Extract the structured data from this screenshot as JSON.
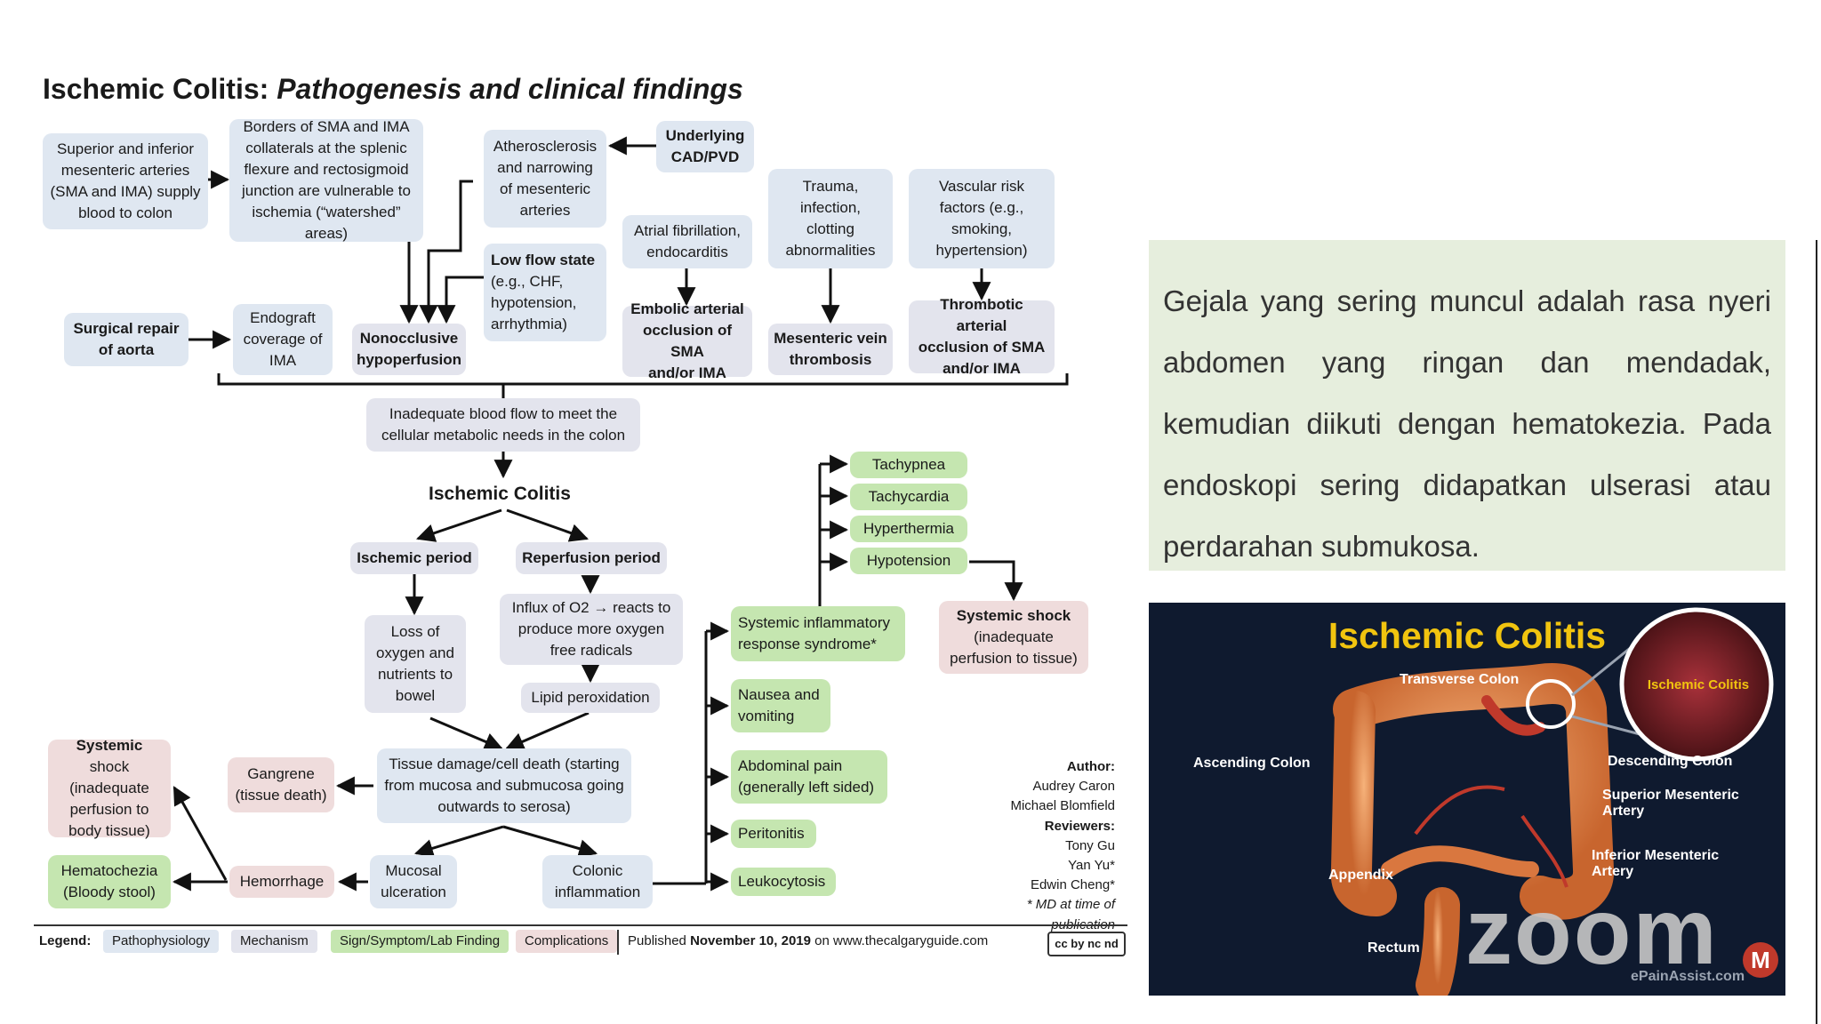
{
  "title": {
    "main": "Ischemic Colitis:",
    "sub": "Pathogenesis and clinical findings"
  },
  "nodes": {
    "sup_inf": "Superior and inferior\nmesenteric arteries\n(SMA and IMA) supply\nblood to colon",
    "borders": "Borders of SMA and IMA\ncollaterals at the splenic\nflexure and rectosigmoid\njunction are vulnerable to\nischemia (“watershed” areas)",
    "athero": "Atherosclerosis\nand narrowing\nof mesenteric\narteries",
    "cad": "Underlying\nCAD/PVD",
    "lowflow": "Low flow state\n(e.g., CHF,\nhypotension,\narrhythmia)",
    "afib": "Atrial fibrillation,\nendocarditis",
    "trauma": "Trauma,\ninfection,\nclotting\nabnormalities",
    "vascular": "Vascular risk\nfactors (e.g.,\nsmoking,\nhypertension)",
    "surgical": "Surgical repair\nof aorta",
    "endograft": "Endograft\ncoverage of\nIMA",
    "nonocc": "Nonocclusive\nhypoperfusion",
    "embolic": "Embolic arterial\nocclusion of SMA\nand/or IMA",
    "mesvein": "Mesenteric vein\nthrombosis",
    "thrombotic": "Thrombotic arterial\nocclusion of SMA\nand/or IMA",
    "inadequate": "Inadequate blood flow to meet the\ncellular metabolic needs in the colon",
    "ischemic_colitis": "Ischemic Colitis",
    "ischemic_period": "Ischemic period",
    "reperfusion_period": "Reperfusion period",
    "loss": "Loss of\noxygen and\nnutrients to\nbowel",
    "influx": "Influx of O2 → reacts to\nproduce more oxygen\nfree radicals",
    "lipid": "Lipid peroxidation",
    "tissue": "Tissue damage/cell death (starting\nfrom mucosa and submucosa going\noutwards to serosa)",
    "gangrene": "Gangrene\n(tissue death)",
    "shock_left": "Systemic shock\n(inadequate\nperfusion to\nbody tissue)",
    "hematochezia": "Hematochezia\n(Bloody stool)",
    "hemorrhage": "Hemorrhage",
    "mucosal": "Mucosal\nulceration",
    "colonic": "Colonic\ninflammation",
    "tachypnea": "Tachypnea",
    "tachycardia": "Tachycardia",
    "hyperthermia": "Hyperthermia",
    "hypotension": "Hypotension",
    "sirs": "Systemic inflammatory\nresponse syndrome*",
    "shock_right": "Systemic shock\n(inadequate\nperfusion to tissue)",
    "nausea": "Nausea and\nvomiting",
    "abdominal": "Abdominal pain\n(generally left sided)",
    "peritonitis": "Peritonitis",
    "leukocytosis": "Leukocytosis"
  },
  "authors": {
    "author_label": "Author:",
    "author1": "Audrey Caron",
    "author2": "Michael Blomfield",
    "reviewers_label": "Reviewers:",
    "reviewer1": "Tony Gu",
    "reviewer2": "Yan Yu*",
    "reviewer3": "Edwin Cheng*",
    "footnote": "* MD at time of publication"
  },
  "legend": {
    "label": "Legend:",
    "items": [
      {
        "label": "Pathophysiology",
        "color": "#dfe7f1"
      },
      {
        "label": "Mechanism",
        "color": "#e3e4ed"
      },
      {
        "label": "Sign/Symptom/Lab Finding",
        "color": "#c5e6b0"
      },
      {
        "label": "Complications",
        "color": "#efdcdc"
      }
    ],
    "published_prefix": "Published",
    "published_date": "November 10, 2019",
    "published_suffix": "on www.thecalgaryguide.com",
    "license": "cc by nc nd"
  },
  "note": {
    "text": "Gejala yang sering muncul adalah rasa nyeri abdomen yang ringan dan mendadak, kemudian diikuti dengan hematokezia. Pada endoskopi sering didapatkan ulserasi atau perdarahan submukosa."
  },
  "illustration": {
    "title": "Ischemic Colitis",
    "inset_label": "Ischemic Colitis",
    "labels": {
      "transverse": "Transverse Colon",
      "ascending": "Ascending Colon",
      "descending": "Descending Colon",
      "sma": "Superior Mesenteric\nArtery",
      "ima": "Inferior Mesenteric\nArtery",
      "appendix": "Appendix",
      "rectum": "Rectum"
    },
    "watermark": "ePainAssist.com",
    "zoom_text": "zoom",
    "badge": "M"
  },
  "colors": {
    "pathophysiology": "#dfe7f1",
    "mechanism": "#e3e4ed",
    "sign": "#c5e6b0",
    "complication": "#efdcdc",
    "note_bg": "#e6eedd",
    "photo_bg": "#0f1a2f",
    "photo_title": "#f1c40f"
  }
}
